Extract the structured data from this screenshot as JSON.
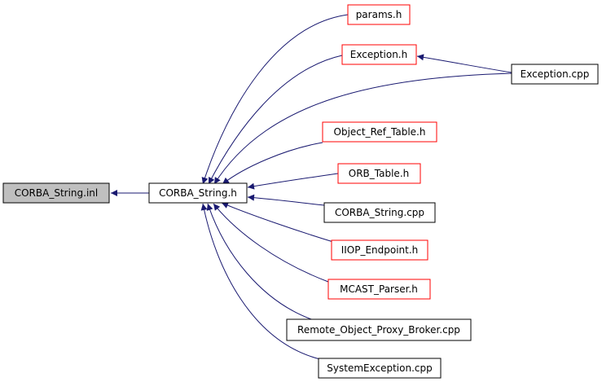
{
  "diagram": {
    "colors": {
      "edge": "#191970",
      "arrowhead": "#191970",
      "node_border_default": "#000000",
      "node_border_truncated": "#ff0000",
      "node_fill_root": "#bfbfbf",
      "node_fill": "#ffffff"
    },
    "nodes": {
      "corba_string_inl": {
        "label": "CORBA_String.inl",
        "style": "root"
      },
      "corba_string_h": {
        "label": "CORBA_String.h",
        "style": "default"
      },
      "params_h": {
        "label": "params.h",
        "style": "truncated"
      },
      "exception_h": {
        "label": "Exception.h",
        "style": "truncated"
      },
      "exception_cpp": {
        "label": "Exception.cpp",
        "style": "default"
      },
      "object_ref_table_h": {
        "label": "Object_Ref_Table.h",
        "style": "truncated"
      },
      "orb_table_h": {
        "label": "ORB_Table.h",
        "style": "truncated"
      },
      "corba_string_cpp": {
        "label": "CORBA_String.cpp",
        "style": "default"
      },
      "iiop_endpoint_h": {
        "label": "IIOP_Endpoint.h",
        "style": "truncated"
      },
      "mcast_parser_h": {
        "label": "MCAST_Parser.h",
        "style": "truncated"
      },
      "remote_object_proxy_broker_cpp": {
        "label": "Remote_Object_Proxy_Broker.cpp",
        "style": "default"
      },
      "systemexception_cpp": {
        "label": "SystemException.cpp",
        "style": "default"
      }
    },
    "edges": [
      {
        "from": "corba_string_h",
        "to": "corba_string_inl"
      },
      {
        "from": "params_h",
        "to": "corba_string_h"
      },
      {
        "from": "exception_h",
        "to": "corba_string_h"
      },
      {
        "from": "exception_cpp",
        "to": "corba_string_h"
      },
      {
        "from": "exception_cpp",
        "to": "exception_h"
      },
      {
        "from": "object_ref_table_h",
        "to": "corba_string_h"
      },
      {
        "from": "orb_table_h",
        "to": "corba_string_h"
      },
      {
        "from": "corba_string_cpp",
        "to": "corba_string_h"
      },
      {
        "from": "iiop_endpoint_h",
        "to": "corba_string_h"
      },
      {
        "from": "mcast_parser_h",
        "to": "corba_string_h"
      },
      {
        "from": "remote_object_proxy_broker_cpp",
        "to": "corba_string_h"
      },
      {
        "from": "systemexception_cpp",
        "to": "corba_string_h"
      }
    ]
  }
}
